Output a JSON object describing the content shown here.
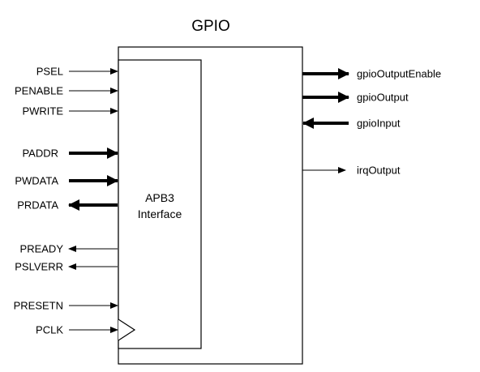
{
  "block": {
    "title": "GPIO",
    "interface_line1": "APB3",
    "interface_line2": "Interface"
  },
  "left_signals": [
    {
      "name": "PSEL",
      "direction": "in",
      "width": "single"
    },
    {
      "name": "PENABLE",
      "direction": "in",
      "width": "single"
    },
    {
      "name": "PWRITE",
      "direction": "in",
      "width": "single"
    },
    {
      "name": "PADDR",
      "direction": "in",
      "width": "bus"
    },
    {
      "name": "PWDATA",
      "direction": "in",
      "width": "bus"
    },
    {
      "name": "PRDATA",
      "direction": "out",
      "width": "bus"
    },
    {
      "name": "PREADY",
      "direction": "out",
      "width": "single"
    },
    {
      "name": "PSLVERR",
      "direction": "out",
      "width": "single"
    },
    {
      "name": "PRESETN",
      "direction": "in",
      "width": "single"
    },
    {
      "name": "PCLK",
      "direction": "in",
      "width": "single",
      "clock": true
    }
  ],
  "right_signals": [
    {
      "name": "gpioOutputEnable",
      "direction": "out",
      "width": "bus"
    },
    {
      "name": "gpioOutput",
      "direction": "out",
      "width": "bus"
    },
    {
      "name": "gpioInput",
      "direction": "in",
      "width": "bus"
    },
    {
      "name": "irqOutput",
      "direction": "out",
      "width": "single"
    }
  ]
}
